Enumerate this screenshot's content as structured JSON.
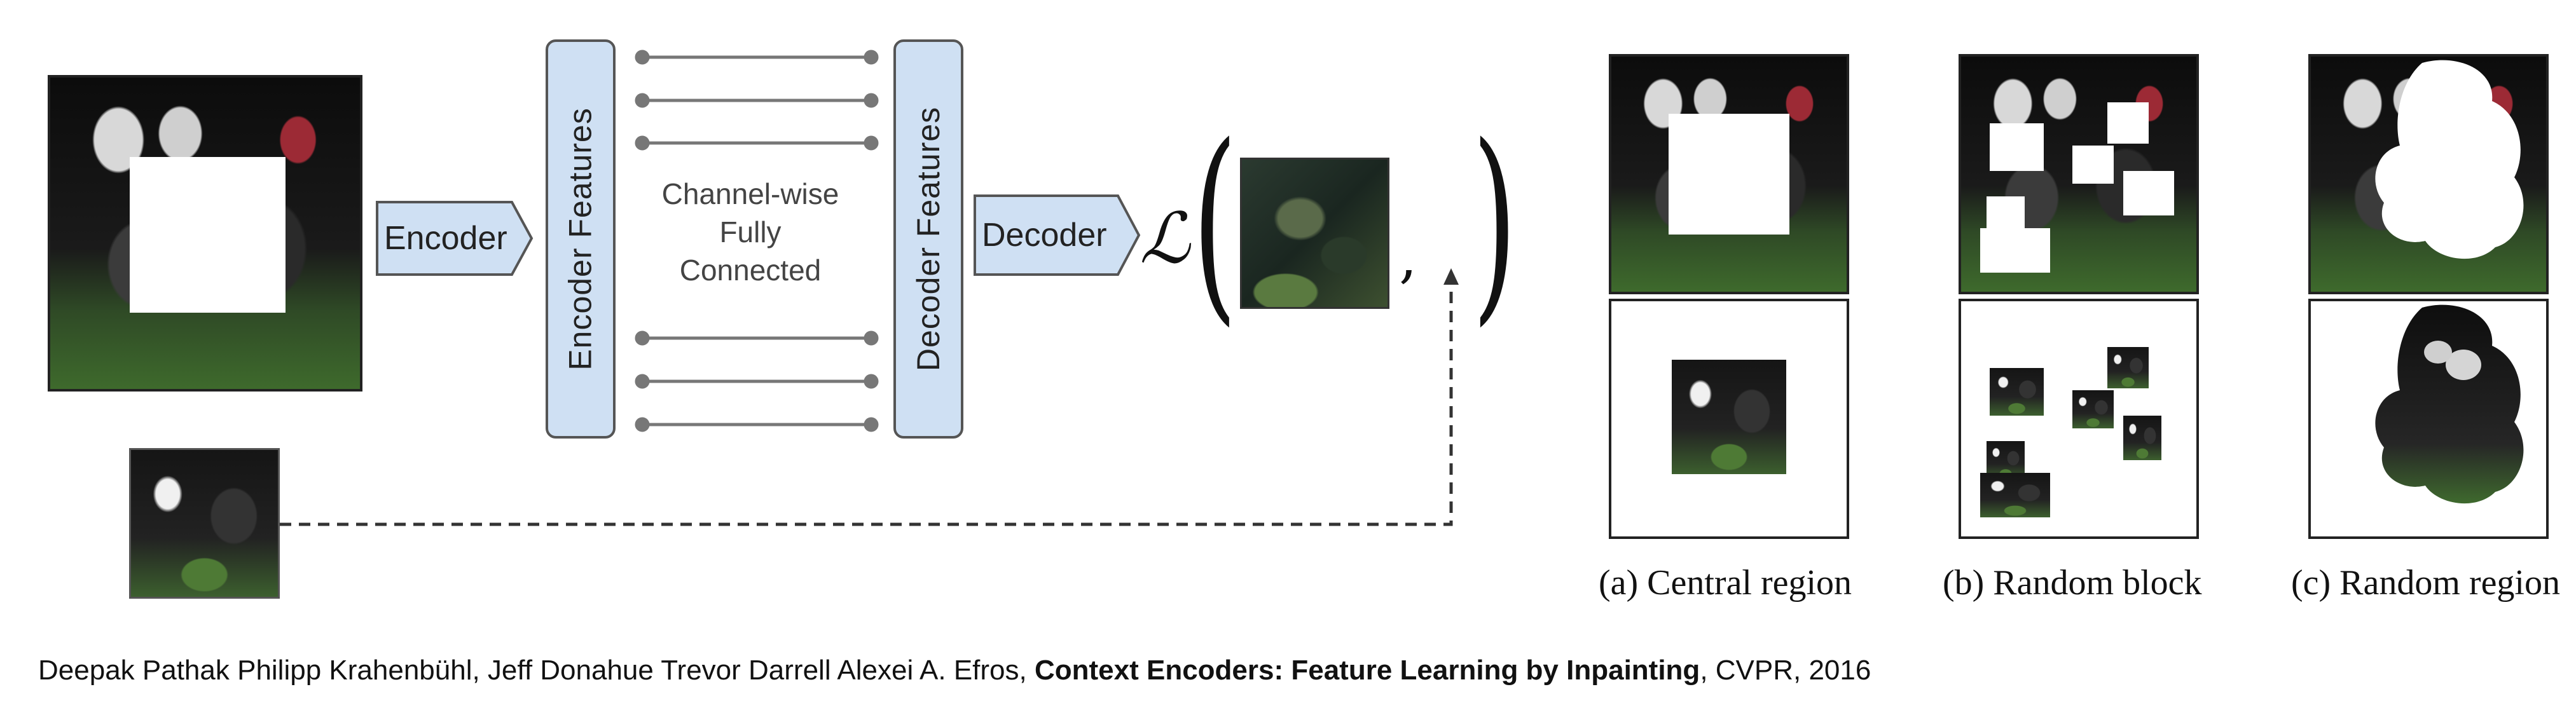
{
  "diagram": {
    "encoder_label": "Encoder",
    "encoder_features_label": "Encoder  Features",
    "middle_label_lines": [
      "Channel-wise",
      "Fully",
      "Connected"
    ],
    "decoder_features_label": "Decoder  Features",
    "decoder_label": "Decoder",
    "loss_symbol": "ℒ",
    "loss_open_paren": "(",
    "loss_comma": ",",
    "loss_close_paren": ")"
  },
  "examples": [
    {
      "caption": "(a) Central region"
    },
    {
      "caption": "(b) Random block"
    },
    {
      "caption": "(c) Random region"
    }
  ],
  "citation": {
    "authors": "Deepak Pathak Philipp Krahenbühl, Jeff Donahue Trevor Darrell Alexei A. Efros, ",
    "title": "Context Encoders: Feature Learning by Inpainting",
    "venue": ", CVPR, 2016"
  },
  "colors": {
    "box_fill": "#cfe0f3",
    "box_border": "#555555",
    "connector": "#777777"
  }
}
